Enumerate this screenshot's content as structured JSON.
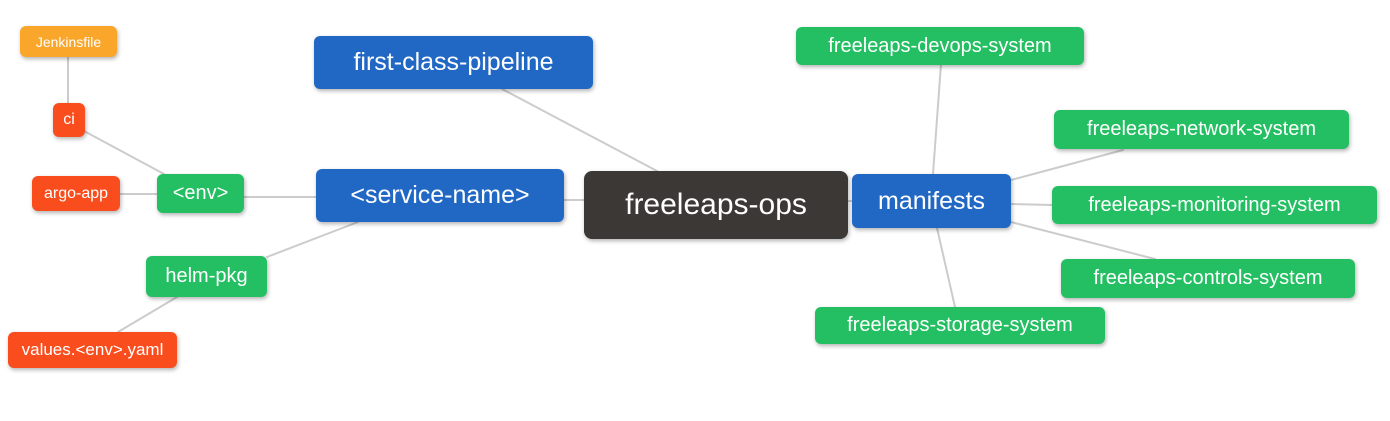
{
  "diagram": {
    "type": "mindmap",
    "root_label": "freeleaps-ops"
  },
  "palette": {
    "background": "#ffffff",
    "text": "#ffffff",
    "edge": "#cccccc",
    "root_bg": "#3b3835",
    "branch_bg": "#2168c4",
    "leaf_green_bg": "#23bf62",
    "leaf_red_bg": "#f94d1e",
    "leaf_amber_bg": "#f9a62a"
  },
  "nodes": {
    "root": {
      "label": "freeleaps-ops",
      "level": 0,
      "parent": null
    },
    "pipeline": {
      "label": "first-class-pipeline",
      "level": 1,
      "parent": "freeleaps-ops"
    },
    "service": {
      "label": "<service-name>",
      "level": 1,
      "parent": "freeleaps-ops"
    },
    "manifests": {
      "label": "manifests",
      "level": 1,
      "parent": "freeleaps-ops"
    },
    "env": {
      "label": "<env>",
      "level": 2,
      "parent": "<service-name>"
    },
    "helm_pkg": {
      "label": "helm-pkg",
      "level": 2,
      "parent": "<service-name>"
    },
    "ci": {
      "label": "ci",
      "level": 3,
      "parent": "<env>"
    },
    "argo_app": {
      "label": "argo-app",
      "level": 3,
      "parent": "<env>"
    },
    "jenkinsfile": {
      "label": "Jenkinsfile",
      "level": 4,
      "parent": "ci"
    },
    "values": {
      "label": "values.<env>.yaml",
      "level": 3,
      "parent": "helm-pkg"
    },
    "devops": {
      "label": "freeleaps-devops-system",
      "level": 2,
      "parent": "manifests"
    },
    "network": {
      "label": "freeleaps-network-system",
      "level": 2,
      "parent": "manifests"
    },
    "monitoring": {
      "label": "freeleaps-monitoring-system",
      "level": 2,
      "parent": "manifests"
    },
    "controls": {
      "label": "freeleaps-controls-system",
      "level": 2,
      "parent": "manifests"
    },
    "storage": {
      "label": "freeleaps-storage-system",
      "level": 2,
      "parent": "manifests"
    }
  }
}
